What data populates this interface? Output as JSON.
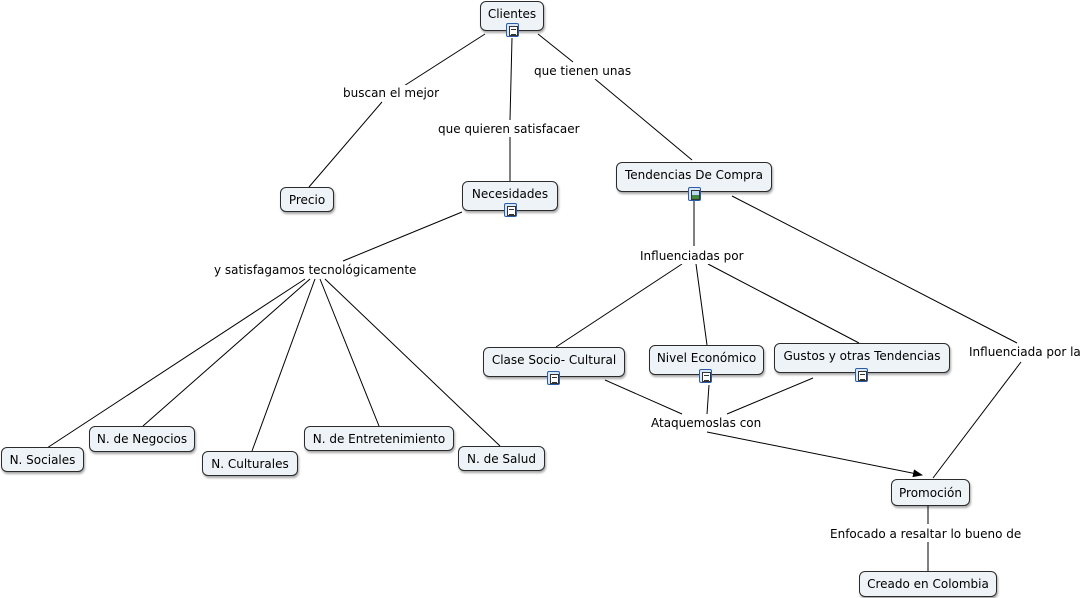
{
  "nodes": {
    "clientes": "Clientes",
    "precio": "Precio",
    "necesidades": "Necesidades",
    "tendencias": "Tendencias De Compra",
    "clase": "Clase Socio- Cultural",
    "nivel": "Nivel Económico",
    "gustos": "Gustos y otras Tendencias",
    "promocion": "Promoción",
    "creado": "Creado en Colombia",
    "sociales": "N. Sociales",
    "negocios": "N. de Negocios",
    "culturales": "N. Culturales",
    "entretenimiento": "N. de Entretenimiento",
    "salud": "N. de Salud"
  },
  "links": {
    "buscan": "buscan el mejor",
    "quieren": "que quieren satisfacaer",
    "tienen": "que tienen unas",
    "satisfagamos": "y satisfagamos tecnológicamente",
    "influenciadas": "Influenciadas por",
    "influenciada": "Influenciada por la",
    "ataquemoslas": "Ataquemoslas con",
    "enfocado": "Enfocado a resaltar lo bueno de"
  },
  "icons": {
    "clientes": "document-icon",
    "necesidades": "document-icon",
    "tendencias": "image-icon",
    "clase": "document-icon",
    "nivel": "document-icon",
    "gustos": "document-icon"
  },
  "colors": {
    "node_fill": "#edf3f6",
    "node_border": "#2b2b2b",
    "icon_border": "#2a5da8",
    "line": "#000000"
  }
}
